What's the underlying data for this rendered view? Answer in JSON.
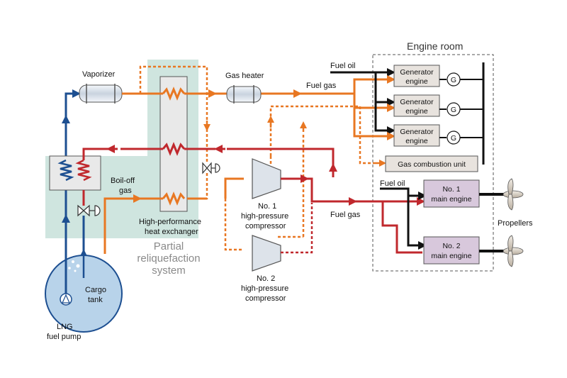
{
  "labels": {
    "engine_room": "Engine room",
    "vaporizer": "Vaporizer",
    "gas_heater": "Gas heater",
    "fuel_oil_top": "Fuel oil",
    "fuel_gas_top": "Fuel gas",
    "boil_off_1": "Boil-off",
    "boil_off_2": "gas",
    "hx_1": "High-performance",
    "hx_2": "heat exchanger",
    "comp1_1": "No. 1",
    "comp1_2": "high-pressure",
    "comp1_3": "compressor",
    "comp2_1": "No. 2",
    "comp2_2": "high-pressure",
    "comp2_3": "compressor",
    "fuel_gas_mid": "Fuel gas",
    "fuel_oil_mid": "Fuel oil",
    "reliq_1": "Partial",
    "reliq_2": "reliquefaction",
    "reliq_3": "system",
    "cargo_1": "Cargo",
    "cargo_2": "tank",
    "lng_1": "LNG",
    "lng_2": "fuel pump",
    "propellers": "Propellers"
  },
  "generators": [
    {
      "line1": "Generator",
      "line2": "engine",
      "g": "G"
    },
    {
      "line1": "Generator",
      "line2": "engine",
      "g": "G"
    },
    {
      "line1": "Generator",
      "line2": "engine",
      "g": "G"
    }
  ],
  "gas_combustion_unit": "Gas combustion unit",
  "main_engines": [
    {
      "line1": "No. 1",
      "line2": "main engine"
    },
    {
      "line1": "No. 2",
      "line2": "main engine"
    }
  ],
  "colors": {
    "lng_blue": "#1d4f91",
    "fuel_orange": "#e87722",
    "boiloff_red": "#c0282d",
    "reliq_green": "#cfe5df",
    "engine_box": "#e8e3de",
    "main_engine_box": "#d8c8dc",
    "hx_fill": "#e9e9e9",
    "tank_fill": "#b8d3ea"
  }
}
